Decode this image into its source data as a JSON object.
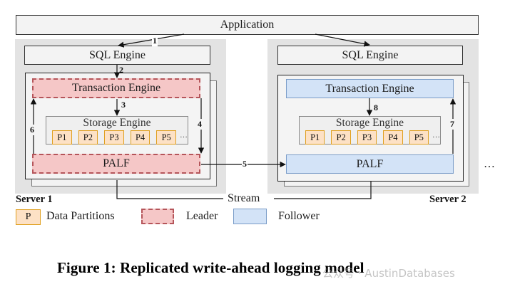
{
  "diagram": {
    "application_label": "Application",
    "servers": [
      {
        "name": "Server 1",
        "role": "leader",
        "sql_engine_label": "SQL Engine",
        "transaction_engine_label": "Transaction Engine",
        "storage_engine_label": "Storage Engine",
        "partitions": [
          "P1",
          "P2",
          "P3",
          "P4",
          "P5"
        ],
        "partitions_more": "···",
        "palf_label": "PALF"
      },
      {
        "name": "Server 2",
        "role": "follower",
        "sql_engine_label": "SQL Engine",
        "transaction_engine_label": "Transaction Engine",
        "storage_engine_label": "Storage Engine",
        "partitions": [
          "P1",
          "P2",
          "P3",
          "P4",
          "P5"
        ],
        "partitions_more": "···",
        "palf_label": "PALF"
      }
    ],
    "more_servers": "…",
    "stream_label": "Stream",
    "steps": {
      "s1": "1",
      "s2": "2",
      "s3": "3",
      "s4": "4",
      "s5": "5",
      "s6": "6",
      "s7": "7",
      "s8": "8"
    },
    "legend": {
      "partition_sample": "P",
      "partition_label": "Data Partitions",
      "leader_label": "Leader",
      "follower_label": "Follower"
    },
    "caption": "Figure 1: Replicated write-ahead logging model",
    "watermark": "公众号 · AustinDatabases",
    "colors": {
      "leader_fill": "#f5c7c7",
      "leader_border": "#b5555a",
      "follower_fill": "#d3e3f7",
      "follower_border": "#7a9cc8",
      "partition_fill": "#fde1c5",
      "partition_border": "#e0a020",
      "server_bg": "#e3e3e3"
    }
  }
}
